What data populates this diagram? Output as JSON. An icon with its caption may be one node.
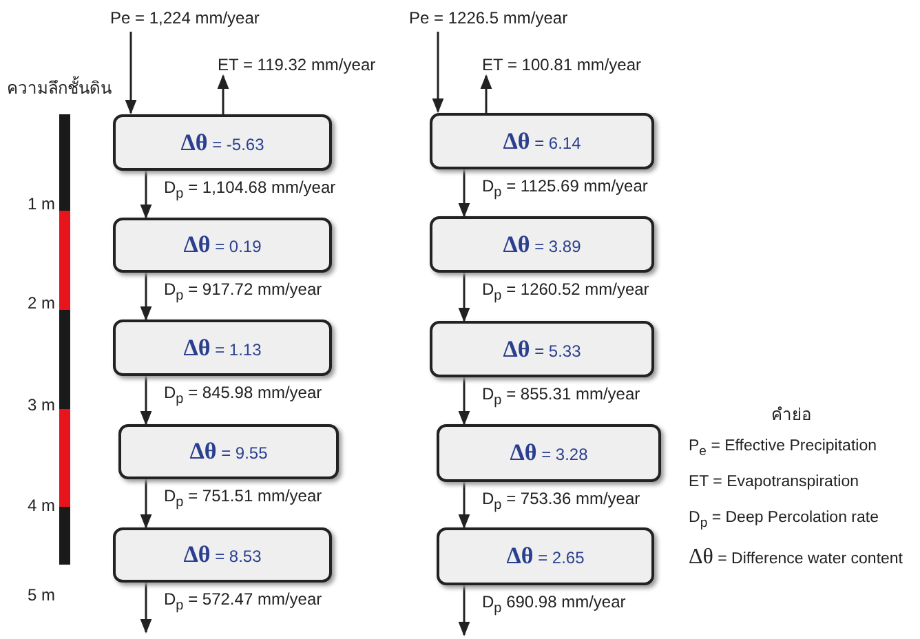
{
  "diagram": {
    "nodes": [
      {
        "text": [
          "Pe = 1,224 mm/year"
        ]
      },
      {
        "text": [
          "ET = 119.32 mm/year"
        ]
      },
      {
        "text": [
          "**Δθ** = -5.63"
        ]
      },
      {
        "text": [
          "**Δθ** = 0.19"
        ]
      },
      {
        "text": [
          "**Δθ** = 1.13"
        ]
      },
      {
        "text": [
          "**Δθ** = 9.55"
        ]
      },
      {
        "text": [
          "**Δθ** = 8.53"
        ]
      },
      {
        "text": [
          "Pe = 1226.5 mm/year"
        ]
      },
      {
        "text": [
          "ET = 100.81 mm/year"
        ]
      },
      {
        "text": [
          "**Δθ** = 6.14"
        ]
      },
      {
        "text": [
          "**Δθ** = 3.89"
        ]
      },
      {
        "text": [
          "**Δθ** = 5.33"
        ]
      },
      {
        "text": [
          "**Δθ** = 3.28"
        ]
      },
      {
        "text": [
          "**Δθ** = 2.65"
        ]
      }
    ],
    "edges": [
      {
        "from": 0,
        "to": 2,
        "arrow": "to"
      },
      {
        "from": 2,
        "to": 1,
        "arrow": "to"
      },
      {
        "from": 2,
        "to": 3,
        "arrow": "to",
        "label": "D$_{p}$ = 1,104.68 mm/year"
      },
      {
        "from": 3,
        "to": 4,
        "arrow": "to",
        "label": "D$_{p}$ = 917.72 mm/year"
      },
      {
        "from": 4,
        "to": 5,
        "arrow": "to",
        "label": "D$_{p}$ = 845.98 mm/year"
      },
      {
        "from": 5,
        "to": 6,
        "arrow": "to",
        "label": "D$_{p}$ = 751.51 mm/year"
      },
      {
        "from": 6,
        "to": null,
        "arrow": "to",
        "label": "D$_{p}$ = 572.47 mm/year"
      },
      {
        "from": 7,
        "to": 9,
        "arrow": "to"
      },
      {
        "from": 9,
        "to": 8,
        "arrow": "to"
      },
      {
        "from": 9,
        "to": 10,
        "arrow": "to",
        "label": "D$_{p}$ = 1125.69 mm/year"
      },
      {
        "from": 10,
        "to": 11,
        "arrow": "to",
        "label": "D$_{p}$ = 1260.52 mm/year"
      },
      {
        "from": 11,
        "to": 12,
        "arrow": "to",
        "label": "D$_{p}$ = 855.31 mm/year"
      },
      {
        "from": 12,
        "to": 13,
        "arrow": "to",
        "label": "D$_{p}$ = 753.36 mm/year"
      },
      {
        "from": 13,
        "to": null,
        "arrow": "to",
        "label": "D$_{p}$ 690.98 mm/year"
      }
    ],
    "labels": [
      "ความลึกชั้นดิน",
      "1 m",
      "2 m",
      "3 m",
      "4 m",
      "5 m",
      "คำย่อ",
      "P$_{e}$ = Effective Precipitation",
      "ET = Evapotranspiration",
      "D$_{p}$ = Deep Percolation rate",
      "**Δθ** = Difference water content"
    ]
  }
}
